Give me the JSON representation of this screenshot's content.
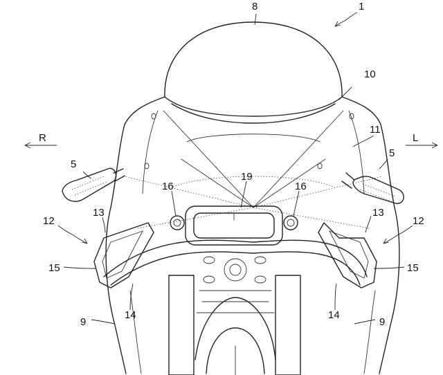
{
  "labels": {
    "l1": "1",
    "l8": "8",
    "l10": "10",
    "l11": "11",
    "l5a": "5",
    "l5b": "5",
    "l19": "19",
    "l16a": "16",
    "l16b": "16",
    "l12a": "12",
    "l12b": "12",
    "l13a": "13",
    "l13b": "13",
    "l15a": "15",
    "l15b": "15",
    "l14a": "14",
    "l14b": "14",
    "l9a": "9",
    "l9b": "9"
  },
  "directions": {
    "right": "R",
    "left": "L"
  }
}
